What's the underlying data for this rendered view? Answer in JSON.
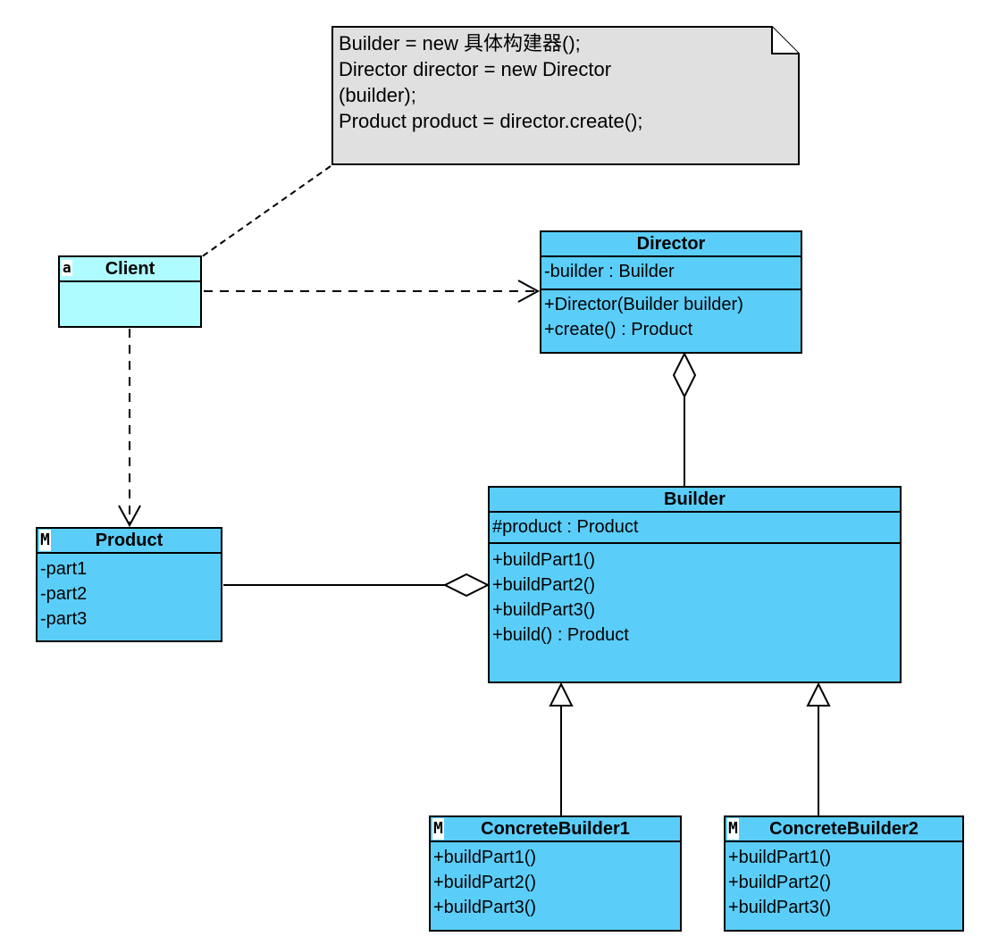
{
  "note": {
    "lines": [
      "Builder = new 具体构建器();",
      "Director director = new Director",
      "(builder);",
      "Product product = director.create();"
    ],
    "fill": "#e0e0e0"
  },
  "classes": {
    "client": {
      "name": "Client",
      "icon": "a",
      "fill": "#aefcff"
    },
    "director": {
      "name": "Director",
      "attributes": [
        "-builder : Builder"
      ],
      "operations": [
        "+Director(Builder builder)",
        "+create() : Product"
      ]
    },
    "builder": {
      "name": "Builder",
      "attributes": [
        "#product : Product"
      ],
      "operations": [
        "+buildPart1()",
        "+buildPart2()",
        "+buildPart3()",
        "+build() : Product"
      ]
    },
    "product": {
      "name": "Product",
      "icon": "M",
      "attributes": [
        "-part1",
        "-part2",
        "-part3"
      ]
    },
    "concrete_builder1": {
      "name": "ConcreteBuilder1",
      "icon": "M",
      "operations": [
        "+buildPart1()",
        "+buildPart2()",
        "+buildPart3()"
      ]
    },
    "concrete_builder2": {
      "name": "ConcreteBuilder2",
      "icon": "M",
      "operations": [
        "+buildPart1()",
        "+buildPart2()",
        "+buildPart3()"
      ]
    }
  },
  "colors": {
    "class_fill": "#5acef9",
    "client_fill": "#aefcff",
    "note_fill": "#e0e0e0"
  },
  "relationships": [
    {
      "from": "note",
      "to": "Client",
      "type": "note-anchor"
    },
    {
      "from": "Client",
      "to": "Director",
      "type": "dependency"
    },
    {
      "from": "Client",
      "to": "Product",
      "type": "dependency"
    },
    {
      "from": "Director",
      "to": "Builder",
      "type": "aggregation"
    },
    {
      "from": "Builder",
      "to": "Product",
      "type": "aggregation"
    },
    {
      "from": "ConcreteBuilder1",
      "to": "Builder",
      "type": "generalization"
    },
    {
      "from": "ConcreteBuilder2",
      "to": "Builder",
      "type": "generalization"
    }
  ]
}
